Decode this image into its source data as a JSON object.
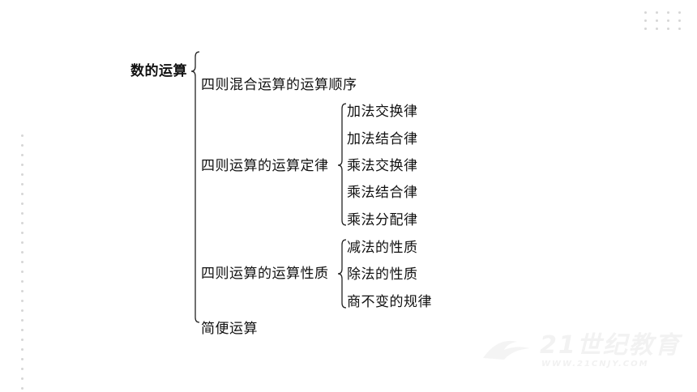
{
  "diagram": {
    "root": "数的运算",
    "branches": [
      {
        "label": "四则混合运算的运算顺序",
        "children": []
      },
      {
        "label": "四则运算的运算定律",
        "children": [
          "加法交换律",
          "加法结合律",
          "乘法交换律",
          "乘法结合律",
          "乘法分配律"
        ]
      },
      {
        "label": "四则运算的运算性质",
        "children": [
          "减法的性质",
          "除法的性质",
          "商不变的规律"
        ]
      },
      {
        "label": "简便运算",
        "children": []
      }
    ]
  },
  "watermark": {
    "main": "21世纪教育",
    "sub": "WWW.21CNJY.COM"
  },
  "colors": {
    "text": "#111111",
    "line": "#222222",
    "decor": "#d6d6d6"
  }
}
